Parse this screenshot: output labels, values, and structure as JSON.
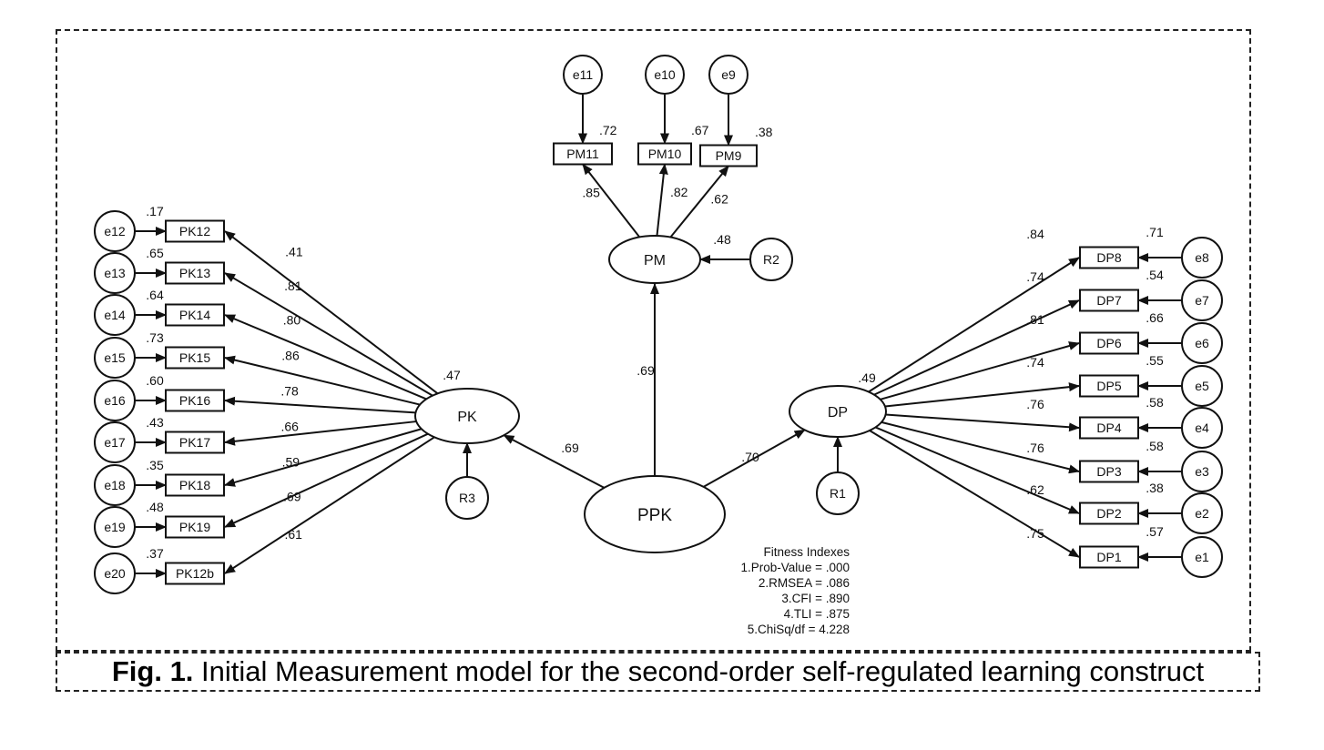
{
  "caption": {
    "label": "Fig. 1.",
    "text": " Initial Measurement model for the second-order self-regulated learning construct"
  },
  "colors": {
    "line": "#111111",
    "background": "#ffffff"
  },
  "latents": [
    {
      "id": "PPK",
      "label": "PPK"
    },
    {
      "id": "PM",
      "label": "PM",
      "r2": ".48"
    },
    {
      "id": "PK",
      "label": "PK",
      "r2": ".47"
    },
    {
      "id": "DP",
      "label": "DP",
      "r2": ".49"
    }
  ],
  "residuals": [
    {
      "id": "R1",
      "label": "R1"
    },
    {
      "id": "R2",
      "label": "R2"
    },
    {
      "id": "R3",
      "label": "R3"
    }
  ],
  "structural_paths": [
    {
      "from": "PPK",
      "to": "PM",
      "loading": ".69"
    },
    {
      "from": "PPK",
      "to": "PK",
      "loading": ".69"
    },
    {
      "from": "PPK",
      "to": "DP",
      "loading": ".70"
    }
  ],
  "indicators": [
    {
      "id": "PM11",
      "label": "PM11",
      "factor": "PM",
      "error": "e11",
      "loading": ".85",
      "r2": ".72"
    },
    {
      "id": "PM10",
      "label": "PM10",
      "factor": "PM",
      "error": "e10",
      "loading": ".82",
      "r2": ".67"
    },
    {
      "id": "PM9",
      "label": "PM9",
      "factor": "PM",
      "error": "e9",
      "loading": ".62",
      "r2": ".38"
    },
    {
      "id": "PK12",
      "label": "PK12",
      "factor": "PK",
      "error": "e12",
      "loading": ".41",
      "r2": ".17"
    },
    {
      "id": "PK13",
      "label": "PK13",
      "factor": "PK",
      "error": "e13",
      "loading": ".81",
      "r2": ".65"
    },
    {
      "id": "PK14",
      "label": "PK14",
      "factor": "PK",
      "error": "e14",
      "loading": ".80",
      "r2": ".64"
    },
    {
      "id": "PK15",
      "label": "PK15",
      "factor": "PK",
      "error": "e15",
      "loading": ".86",
      "r2": ".73"
    },
    {
      "id": "PK16",
      "label": "PK16",
      "factor": "PK",
      "error": "e16",
      "loading": ".78",
      "r2": ".60"
    },
    {
      "id": "PK17",
      "label": "PK17",
      "factor": "PK",
      "error": "e17",
      "loading": ".66",
      "r2": ".43"
    },
    {
      "id": "PK18",
      "label": "PK18",
      "factor": "PK",
      "error": "e18",
      "loading": ".59",
      "r2": ".35"
    },
    {
      "id": "PK19",
      "label": "PK19",
      "factor": "PK",
      "error": "e19",
      "loading": ".69",
      "r2": ".48"
    },
    {
      "id": "PK12b",
      "label": "PK12b",
      "factor": "PK",
      "error": "e20",
      "loading": ".61",
      "r2": ".37"
    },
    {
      "id": "DP8",
      "label": "DP8",
      "factor": "DP",
      "error": "e8",
      "loading": ".84",
      "r2": ".71"
    },
    {
      "id": "DP7",
      "label": "DP7",
      "factor": "DP",
      "error": "e7",
      "loading": ".74",
      "r2": ".54"
    },
    {
      "id": "DP6",
      "label": "DP6",
      "factor": "DP",
      "error": "e6",
      "loading": ".81",
      "r2": ".66"
    },
    {
      "id": "DP5",
      "label": "DP5",
      "factor": "DP",
      "error": "e5",
      "loading": ".74",
      "r2": ".55"
    },
    {
      "id": "DP4",
      "label": "DP4",
      "factor": "DP",
      "error": "e4",
      "loading": ".76",
      "r2": ".58"
    },
    {
      "id": "DP3",
      "label": "DP3",
      "factor": "DP",
      "error": "e3",
      "loading": ".76",
      "r2": ".58"
    },
    {
      "id": "DP2",
      "label": "DP2",
      "factor": "DP",
      "error": "e2",
      "loading": ".62",
      "r2": ".38"
    },
    {
      "id": "DP1",
      "label": "DP1",
      "factor": "DP",
      "error": "e1",
      "loading": ".75",
      "r2": ".57"
    }
  ],
  "fitness": {
    "title": "Fitness Indexes",
    "lines": [
      "1.Prob-Value = .000",
      "2.RMSEA = .086",
      "3.CFI  = .890",
      "4.TLI  = .875",
      "5.ChiSq/df = 4.228"
    ]
  }
}
